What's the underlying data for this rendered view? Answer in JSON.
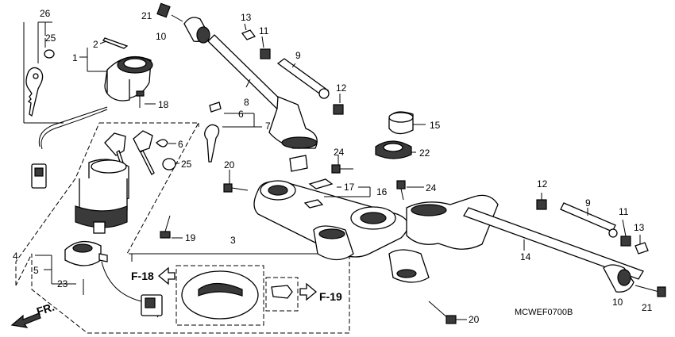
{
  "diagram": {
    "code": "MCWEF0700B",
    "arrow_direction_label": "FR.",
    "refs": {
      "f18": "F-18",
      "f19": "F-19"
    },
    "callouts": [
      {
        "id": "c26",
        "text": "26"
      },
      {
        "id": "c25a",
        "text": "25"
      },
      {
        "id": "c2",
        "text": "2"
      },
      {
        "id": "c1",
        "text": "1"
      },
      {
        "id": "c18",
        "text": "18"
      },
      {
        "id": "c21a",
        "text": "21"
      },
      {
        "id": "c10a",
        "text": "10"
      },
      {
        "id": "c13a",
        "text": "13"
      },
      {
        "id": "c11a",
        "text": "11"
      },
      {
        "id": "c9a",
        "text": "9"
      },
      {
        "id": "c8",
        "text": "8"
      },
      {
        "id": "c12a",
        "text": "12"
      },
      {
        "id": "c15",
        "text": "15"
      },
      {
        "id": "c22",
        "text": "22"
      },
      {
        "id": "c6a",
        "text": "6"
      },
      {
        "id": "c7",
        "text": "7"
      },
      {
        "id": "c6b",
        "text": "6"
      },
      {
        "id": "c25b",
        "text": "25"
      },
      {
        "id": "c24a",
        "text": "24"
      },
      {
        "id": "c20a",
        "text": "20"
      },
      {
        "id": "c17",
        "text": "17"
      },
      {
        "id": "c16",
        "text": "16"
      },
      {
        "id": "c24b",
        "text": "24"
      },
      {
        "id": "c12b",
        "text": "12"
      },
      {
        "id": "c9b",
        "text": "9"
      },
      {
        "id": "c11b",
        "text": "11"
      },
      {
        "id": "c13b",
        "text": "13"
      },
      {
        "id": "c19",
        "text": "19"
      },
      {
        "id": "c3",
        "text": "3"
      },
      {
        "id": "c14",
        "text": "14"
      },
      {
        "id": "c4",
        "text": "4"
      },
      {
        "id": "c5",
        "text": "5"
      },
      {
        "id": "c23",
        "text": "23"
      },
      {
        "id": "c10b",
        "text": "10"
      },
      {
        "id": "c21b",
        "text": "21"
      },
      {
        "id": "c20b",
        "text": "20"
      }
    ]
  }
}
